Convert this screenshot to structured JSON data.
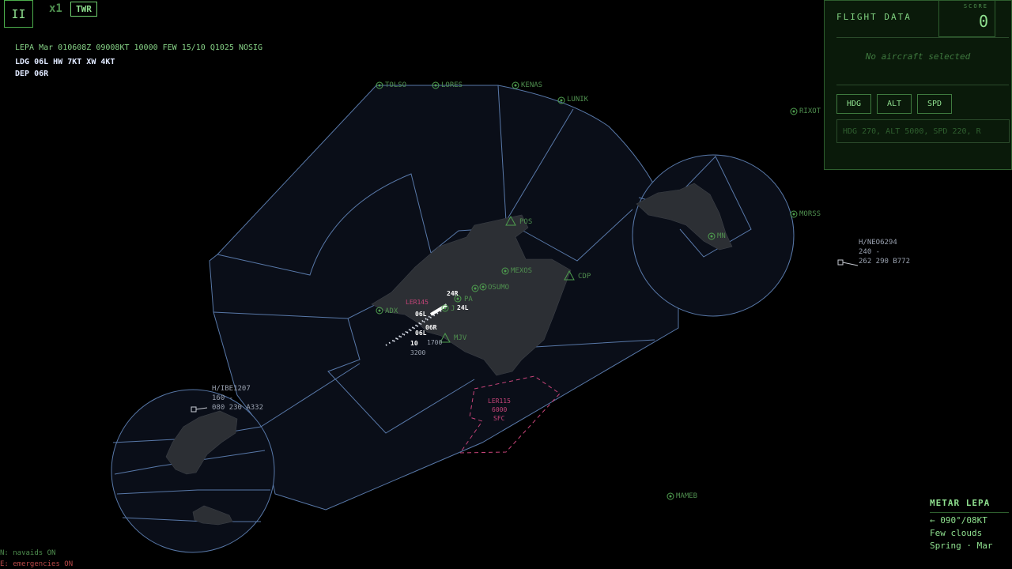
{
  "controls": {
    "pause_icon": "pause-icon",
    "pause_symbol": "II",
    "speed": "x1",
    "mode": "TWR"
  },
  "atis": {
    "metar": "LEPA Mar 010608Z 09008KT 10000 FEW 15/10 Q1025 NOSIG",
    "landing": "LDG 06L HW 7KT XW 4KT",
    "departure": "DEP 06R"
  },
  "flight_panel": {
    "title": "FLIGHT DATA",
    "score_label": "SCORE",
    "score": "0",
    "empty_message": "No aircraft selected",
    "buttons": {
      "hdg": "HDG",
      "alt": "ALT",
      "spd": "SPD"
    },
    "command_placeholder": "HDG 270, ALT 5000, SPD 220, R"
  },
  "metar_box": {
    "title": "METAR LEPA",
    "wind": "← 090°/08KT",
    "clouds": "Few clouds",
    "season": "Spring · Mar"
  },
  "toggles": {
    "navaids": "N: navaids ON",
    "emergencies": "E: emergencies ON"
  },
  "waypoints": {
    "tolso": "TOLSO",
    "lores": "LORES",
    "kenas": "KENAS",
    "lunik": "LUNIK",
    "rixot": "RIXOT",
    "morss": "MORSS",
    "mameb": "MAMEB",
    "pos": "POS",
    "cdp": "CDP",
    "mjv": "MJV",
    "menorca": "MN",
    "adx": "ADX",
    "mexos": "MEXOS",
    "pa": "PA",
    "osumo": "OSUMO",
    "j": "J"
  },
  "runways": {
    "r24r": "24R",
    "r24l": "24L",
    "r06l_a": "06L",
    "r06r": "06R",
    "r06l_b": "06L",
    "alt_10": "10",
    "alt_1700": "1700",
    "alt_3200": "3200"
  },
  "aircraft": [
    {
      "callsign": "H/NEO6294",
      "altitude": "240 -",
      "data": "262 290 B772"
    },
    {
      "callsign": "H/IBE1207",
      "altitude": "160 -",
      "data": "080 230 A332"
    }
  ],
  "restricted_areas": [
    {
      "name": "LER145"
    },
    {
      "name": "LER115",
      "ceiling": "6000",
      "floor": "SFC"
    }
  ],
  "colors": {
    "airspace_line": "#5878a8",
    "airspace_fill": "#0a0e18",
    "land": "#2c2f34",
    "waypoint": "#4f9f4f",
    "restricted": "#c8447a",
    "ui_green": "#7fdc7f"
  }
}
